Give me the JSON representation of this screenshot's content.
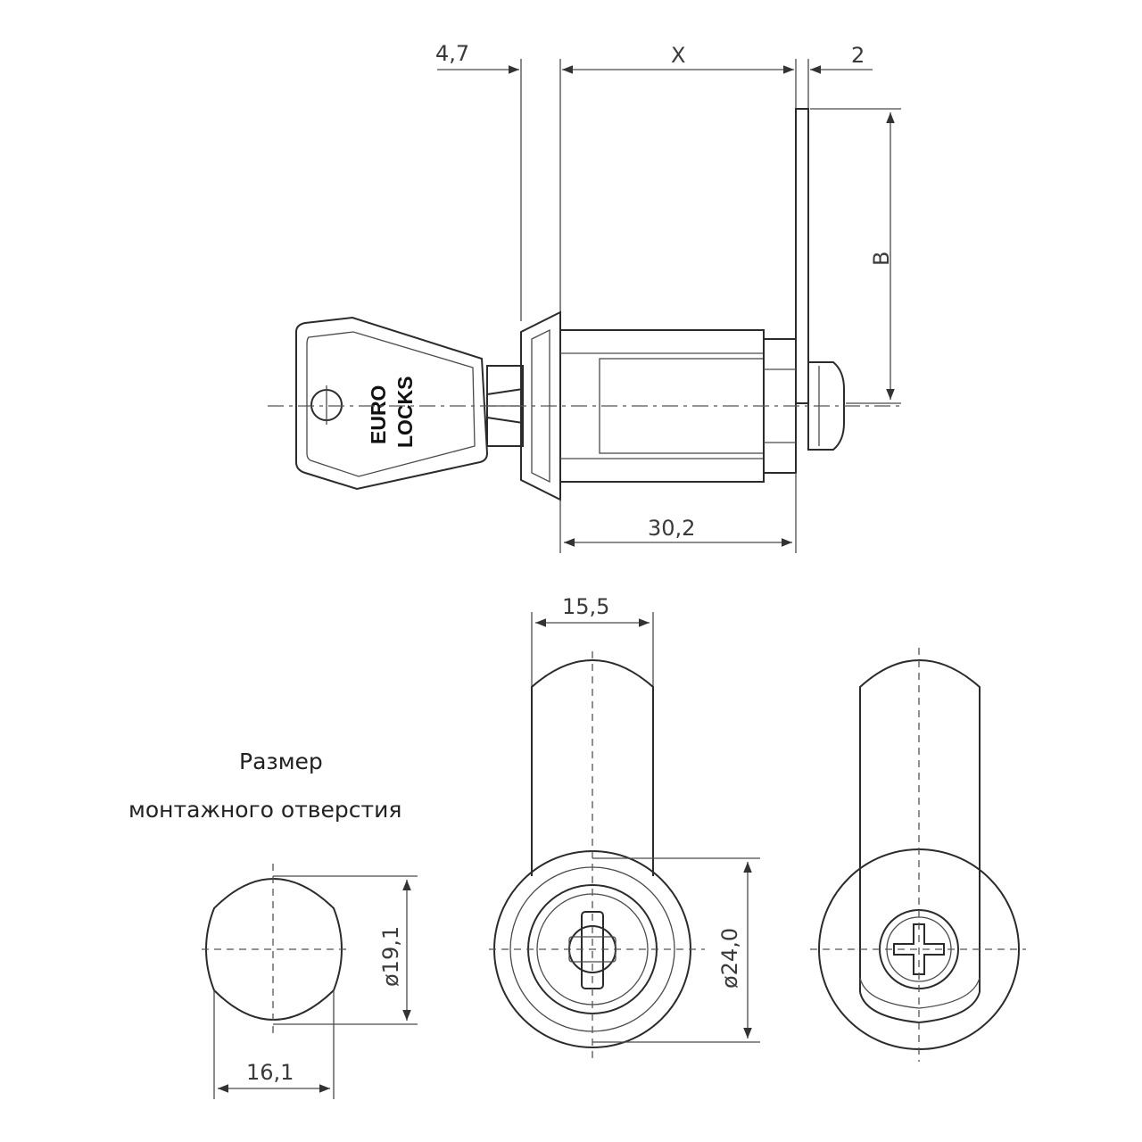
{
  "dimensions": {
    "d4_7": "4,7",
    "x": "X",
    "d2": "2",
    "b": "B",
    "d30_2": "30,2",
    "d15_5": "15,5",
    "d19_1": "ø19,1",
    "d24_0": "ø24,0",
    "d16_1": "16,1"
  },
  "caption": {
    "line1": "Размер",
    "line2": "монтажного отверстия"
  },
  "key": {
    "brand_line1": "EURO",
    "brand_line2": "LOCKS"
  }
}
